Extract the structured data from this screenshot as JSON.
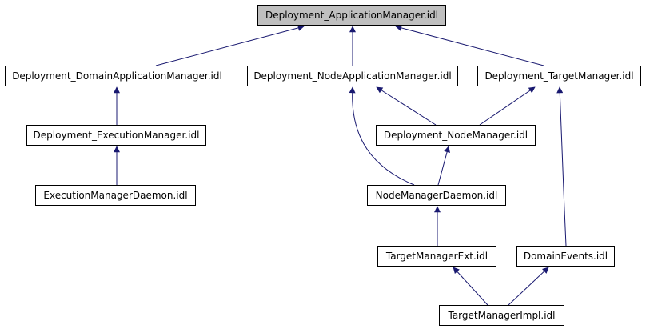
{
  "colors": {
    "edge": "#191970",
    "root_fill": "#bfbfbf",
    "node_fill": "#ffffff",
    "border": "#000000"
  },
  "nodes": [
    {
      "id": "app",
      "label": "Deployment_ApplicationManager.idl",
      "highlight": true
    },
    {
      "id": "domainapp",
      "label": "Deployment_DomainApplicationManager.idl"
    },
    {
      "id": "nodeapp",
      "label": "Deployment_NodeApplicationManager.idl"
    },
    {
      "id": "target",
      "label": "Deployment_TargetManager.idl"
    },
    {
      "id": "exec",
      "label": "Deployment_ExecutionManager.idl"
    },
    {
      "id": "nodemgr",
      "label": "Deployment_NodeManager.idl"
    },
    {
      "id": "execd",
      "label": "ExecutionManagerDaemon.idl"
    },
    {
      "id": "nodemgrd",
      "label": "NodeManagerDaemon.idl"
    },
    {
      "id": "tmext",
      "label": "TargetManagerExt.idl"
    },
    {
      "id": "domev",
      "label": "DomainEvents.idl"
    },
    {
      "id": "tmimpl",
      "label": "TargetManagerImpl.idl"
    }
  ],
  "edges": [
    {
      "from": "domainapp",
      "to": "app"
    },
    {
      "from": "nodeapp",
      "to": "app"
    },
    {
      "from": "target",
      "to": "app"
    },
    {
      "from": "exec",
      "to": "domainapp"
    },
    {
      "from": "execd",
      "to": "exec"
    },
    {
      "from": "nodemgr",
      "to": "nodeapp"
    },
    {
      "from": "nodemgr",
      "to": "target"
    },
    {
      "from": "nodemgrd",
      "to": "nodeapp"
    },
    {
      "from": "nodemgrd",
      "to": "nodemgr"
    },
    {
      "from": "tmext",
      "to": "nodemgrd"
    },
    {
      "from": "domev",
      "to": "target"
    },
    {
      "from": "tmimpl",
      "to": "tmext"
    },
    {
      "from": "tmimpl",
      "to": "domev"
    }
  ]
}
